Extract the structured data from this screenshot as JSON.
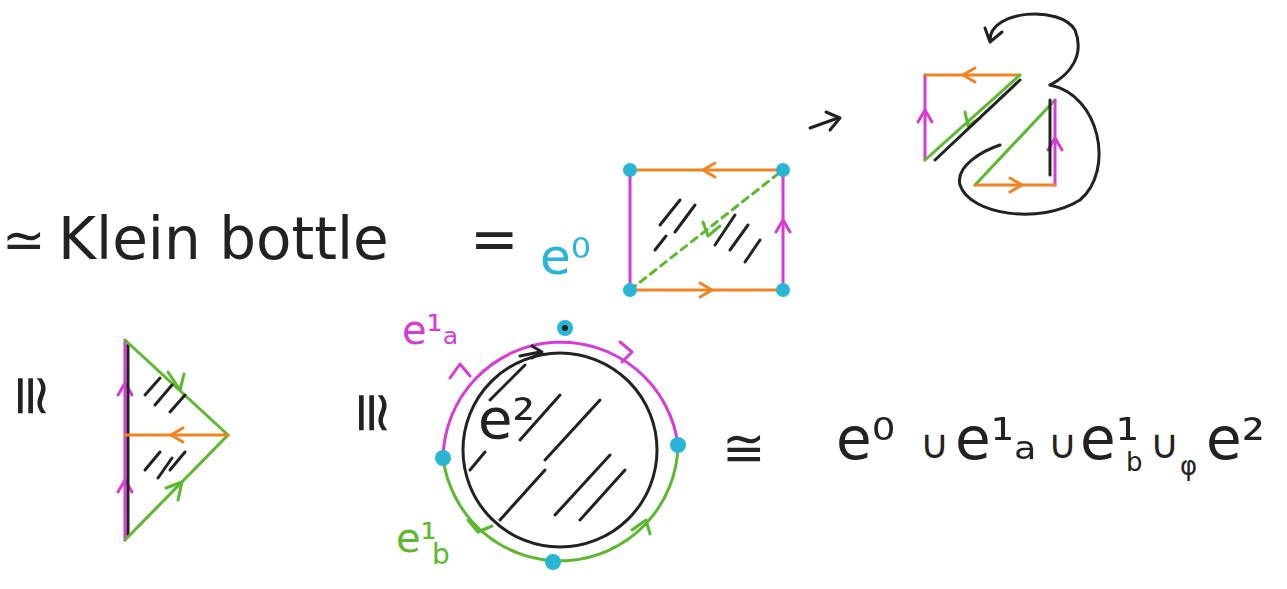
{
  "diagram": {
    "labels": [
      "≃",
      "Klein bottle",
      "=",
      "≅",
      "≅",
      "e⁰",
      "e¹ₐ",
      "e²",
      "e¹",
      "b",
      "≅",
      "e⁰",
      "∪",
      "e¹ₐ",
      "∪",
      "e¹",
      "b",
      "∪",
      "φ",
      "e²"
    ]
  }
}
